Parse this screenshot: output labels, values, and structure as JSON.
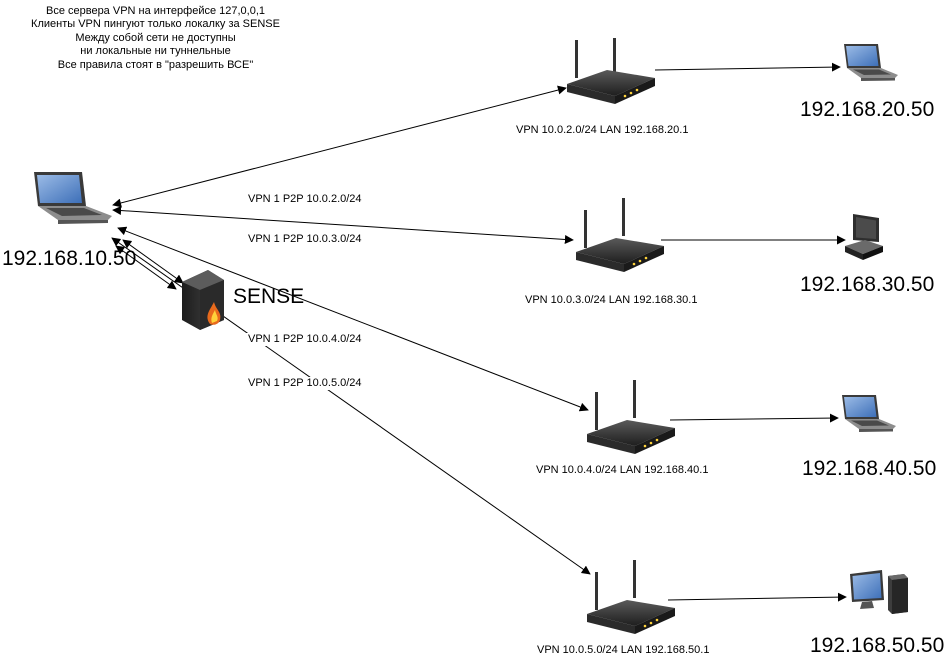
{
  "note": [
    "Все сервера VPN на интерфейсе 127,0,0,1",
    "Клиенты VPN пингуют только локалку за SENSE",
    "Между собой сети не доступны",
    "ни локальные ни туннельные",
    "Все правила стоят в \"разрешить ВСЕ\""
  ],
  "main_host": {
    "ip": "192.168.10.50",
    "icon": "laptop-icon"
  },
  "firewall": {
    "label": "SENSE",
    "icon": "firewall-icon"
  },
  "links": [
    {
      "label": "VPN 1 P2P 10.0.2.0/24"
    },
    {
      "label": "VPN 1 P2P 10.0.3.0/24"
    },
    {
      "label": "VPN 1 P2P 10.0.4.0/24"
    },
    {
      "label": "VPN 1 P2P 10.0.5.0/24"
    }
  ],
  "routers": [
    {
      "caption": "VPN 10.0.2.0/24 LAN 192.168.20.1",
      "icon": "router-icon"
    },
    {
      "caption": "VPN 10.0.3.0/24 LAN 192.168.30.1",
      "icon": "router-icon"
    },
    {
      "caption": "VPN 10.0.4.0/24 LAN 192.168.40.1",
      "icon": "router-icon"
    },
    {
      "caption": "VPN 10.0.5.0/24 LAN 192.168.50.1",
      "icon": "router-icon"
    }
  ],
  "hosts": [
    {
      "ip": "192.168.20.50",
      "icon": "laptop-icon"
    },
    {
      "ip": "192.168.30.50",
      "icon": "workstation-icon"
    },
    {
      "ip": "192.168.40.50",
      "icon": "laptop-icon"
    },
    {
      "ip": "192.168.50.50",
      "icon": "desktop-icon"
    }
  ]
}
